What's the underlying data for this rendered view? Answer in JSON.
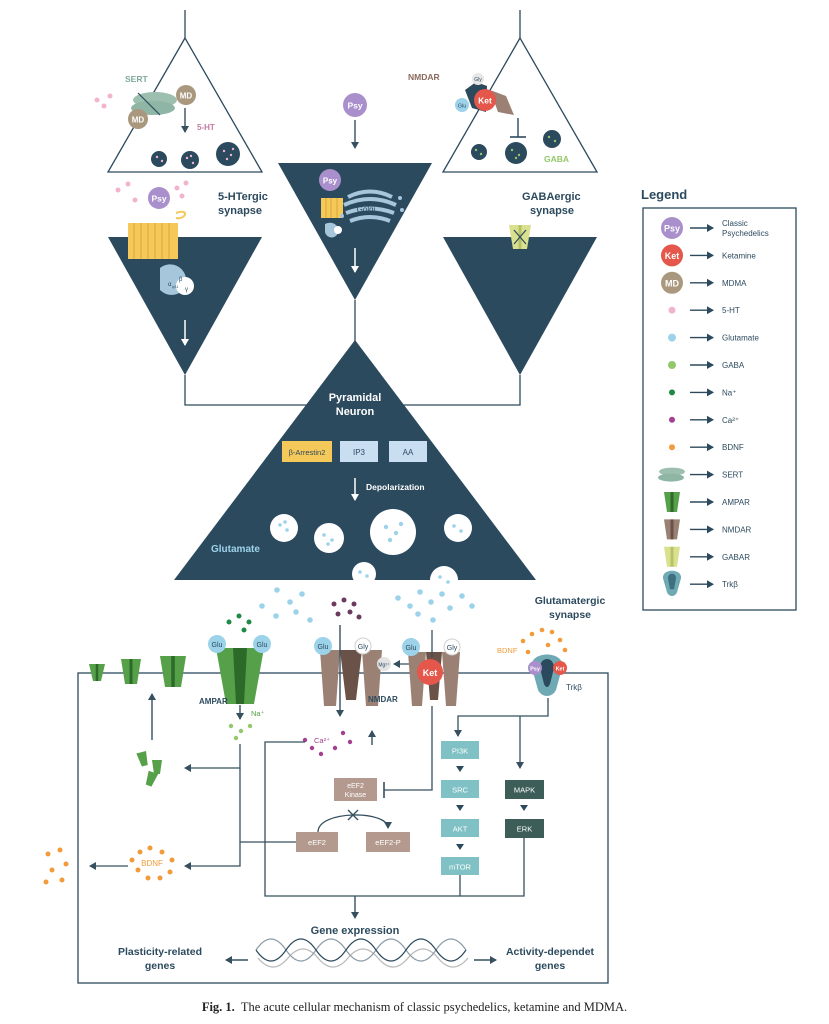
{
  "colors": {
    "navy": "#2c4a5e",
    "line": "#36505f",
    "teal_box": "#7fc1c4",
    "dark_teal_box": "#3d5d58",
    "tan_box": "#b49a8e",
    "psy": "#a98fcc",
    "ket": "#e4574a",
    "md": "#a9987e",
    "ht5": "#f2b3cf",
    "glutamate": "#9dd3ea",
    "gaba": "#93c86a",
    "na": "#1f8a45",
    "ca": "#a3408f",
    "bdnf": "#f19b3a",
    "sert": "#9dbfb0",
    "ampar": "#55a048",
    "nmdar": "#9a8174",
    "gabar": "#d9e08e",
    "trkb": "#3e6f7c",
    "arrestin": "#f5c85a",
    "ip3_aa": "#c9dff1"
  },
  "synapse_5ht": {
    "label_line1": "5-HTergic",
    "label_line2": "synapse",
    "sert": "SERT",
    "ht": "5-HT",
    "md": "MD",
    "psy": "Psy",
    "gq_alpha": "α",
    "gq_sub": "q/11",
    "beta": "β",
    "gamma": "γ"
  },
  "synapse_center": {
    "psy_top": "Psy",
    "psy_inside": "Psy",
    "golgi": "Golgi"
  },
  "synapse_gaba": {
    "label_line1": "GABAergic",
    "label_line2": "synapse",
    "nmdar": "NMDAR",
    "gly": "Gly",
    "glu": "Glu",
    "ket": "Ket",
    "gaba": "GABA"
  },
  "pyramidal": {
    "title_line1": "Pyramidal",
    "title_line2": "Neuron",
    "boxes": [
      "β-Arrestin2",
      "IP3",
      "AA"
    ],
    "depolarization": "Depolarization",
    "glutamate": "Glutamate"
  },
  "legend": {
    "title": "Legend",
    "items": [
      {
        "icon": "psy-icon",
        "line1": "Classic",
        "line2": "Psychedelics"
      },
      {
        "icon": "ket-icon",
        "line1": "Ketamine",
        "line2": ""
      },
      {
        "icon": "md-icon",
        "line1": "MDMA",
        "line2": ""
      },
      {
        "icon": "ht5-dot-icon",
        "line1": "5-HT",
        "line2": ""
      },
      {
        "icon": "glutamate-dot-icon",
        "line1": "Glutamate",
        "line2": ""
      },
      {
        "icon": "gaba-dot-icon",
        "line1": "GABA",
        "line2": ""
      },
      {
        "icon": "na-dot-icon",
        "line1": "Na⁺",
        "line2": ""
      },
      {
        "icon": "ca-dot-icon",
        "line1": "Ca²⁺",
        "line2": ""
      },
      {
        "icon": "bdnf-dot-icon",
        "line1": "BDNF",
        "line2": ""
      },
      {
        "icon": "sert-icon",
        "line1": "SERT",
        "line2": ""
      },
      {
        "icon": "ampar-icon",
        "line1": "AMPAR",
        "line2": ""
      },
      {
        "icon": "nmdar-icon",
        "line1": "NMDAR",
        "line2": ""
      },
      {
        "icon": "gabar-icon",
        "line1": "GABAR",
        "line2": ""
      },
      {
        "icon": "trkb-icon",
        "line1": "Trkβ",
        "line2": ""
      }
    ],
    "icon_labels": {
      "psy": "Psy",
      "ket": "Ket",
      "md": "MD"
    }
  },
  "glutamatergic": {
    "label_line1": "Glutamatergic",
    "label_line2": "synapse",
    "glu": "Glu",
    "gly": "Gly",
    "ket": "Ket",
    "psy": "Psy",
    "mg": "Mg²⁺",
    "ampar": "AMPAR",
    "nmdar": "NMDAR",
    "bdnf": "BDNF",
    "trkb": "Trkβ",
    "na": "Na⁺",
    "ca": "Ca²⁺"
  },
  "cascade": {
    "eef2_kinase_line1": "eEF2",
    "eef2_kinase_line2": "Kinase",
    "eef2": "eEF2",
    "eef2p": "eEF2-P",
    "pi3k": "PI3K",
    "src": "SRC",
    "akt": "AKT",
    "mtor": "mTOR",
    "mapk": "MAPK",
    "erk": "ERK",
    "bdnf_cluster": "BDNF",
    "gene_expression": "Gene expression",
    "plasticity_line1": "Plasticity-related",
    "plasticity_line2": "genes",
    "activity_line1": "Activity-dependet",
    "activity_line2": "genes"
  },
  "caption": {
    "label": "Fig. 1.",
    "text": "The acute cellular mechanism of classic psychedelics, ketamine and MDMA."
  }
}
